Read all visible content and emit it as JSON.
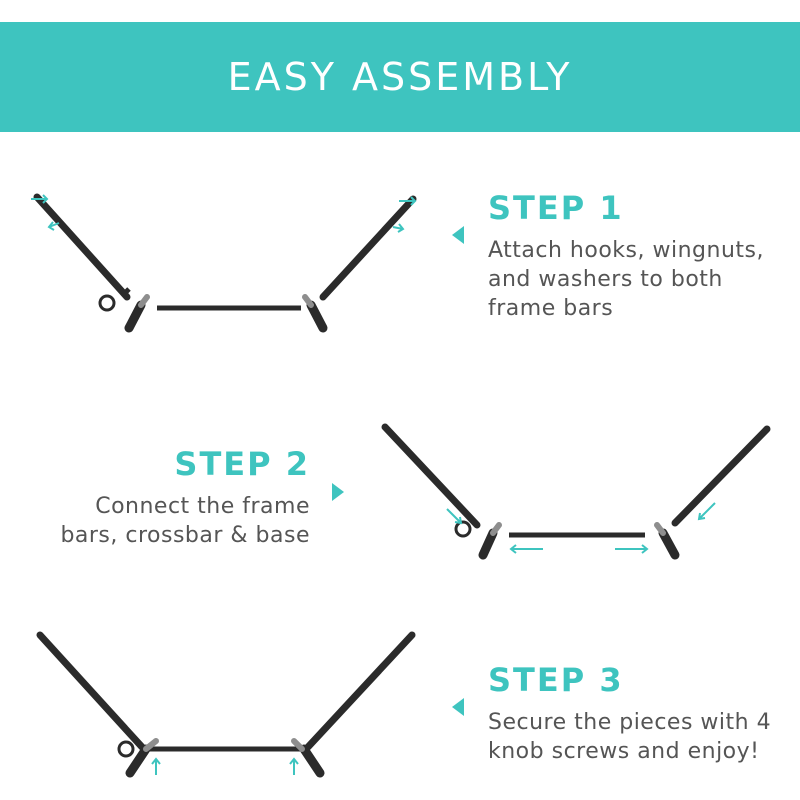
{
  "colors": {
    "teal": "#3ec4bf",
    "frame": "#2b2b2b",
    "grey_part": "#8e8e8e",
    "text": "#555555",
    "white": "#ffffff"
  },
  "banner": {
    "title": "EASY ASSEMBLY"
  },
  "steps": [
    {
      "title": "STEP 1",
      "lines": [
        "Attach hooks, wingnuts,",
        "and washers to both",
        "frame bars"
      ]
    },
    {
      "title": "STEP 2",
      "lines": [
        "Connect the frame",
        "bars, crossbar & base"
      ]
    },
    {
      "title": "STEP 3",
      "lines": [
        "Secure the pieces with 4",
        "knob screws and enjoy!"
      ]
    }
  ],
  "icons": {
    "pointer": "triangle-left-icon",
    "pointer_right": "triangle-right-icon",
    "motion_arrow": "arrow-icon"
  }
}
